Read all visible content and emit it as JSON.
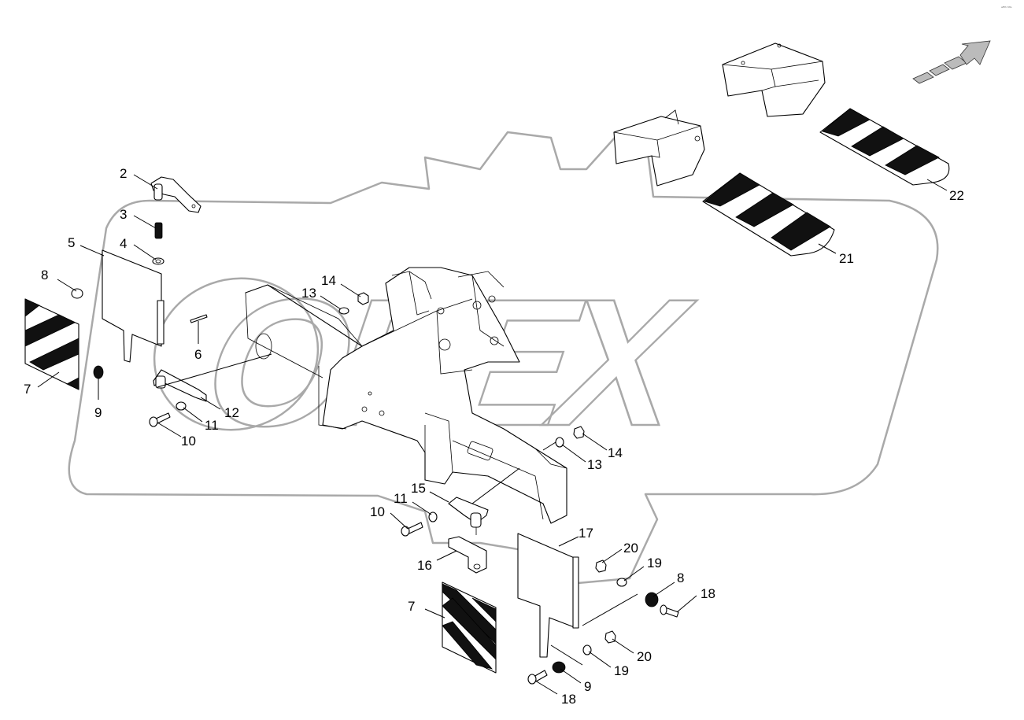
{
  "diagram": {
    "corner_mark": "ᵃᴿᴳ ᴹᴵᴸ",
    "watermark_text": "OREX",
    "callouts": [
      {
        "id": "c2",
        "text": "2"
      },
      {
        "id": "c3",
        "text": "3"
      },
      {
        "id": "c4",
        "text": "4"
      },
      {
        "id": "c5",
        "text": "5"
      },
      {
        "id": "c6",
        "text": "6"
      },
      {
        "id": "c7a",
        "text": "7"
      },
      {
        "id": "c7b",
        "text": "7"
      },
      {
        "id": "c8a",
        "text": "8"
      },
      {
        "id": "c8b",
        "text": "8"
      },
      {
        "id": "c9a",
        "text": "9"
      },
      {
        "id": "c9b",
        "text": "9"
      },
      {
        "id": "c10a",
        "text": "10"
      },
      {
        "id": "c10b",
        "text": "10"
      },
      {
        "id": "c11a",
        "text": "11"
      },
      {
        "id": "c11b",
        "text": "11"
      },
      {
        "id": "c12",
        "text": "12"
      },
      {
        "id": "c13a",
        "text": "13"
      },
      {
        "id": "c13b",
        "text": "13"
      },
      {
        "id": "c14a",
        "text": "14"
      },
      {
        "id": "c14b",
        "text": "14"
      },
      {
        "id": "c15",
        "text": "15"
      },
      {
        "id": "c16",
        "text": "16"
      },
      {
        "id": "c17",
        "text": "17"
      },
      {
        "id": "c18a",
        "text": "18"
      },
      {
        "id": "c18b",
        "text": "18"
      },
      {
        "id": "c19a",
        "text": "19"
      },
      {
        "id": "c19b",
        "text": "19"
      },
      {
        "id": "c20a",
        "text": "20"
      },
      {
        "id": "c20b",
        "text": "20"
      },
      {
        "id": "c21",
        "text": "21"
      },
      {
        "id": "c22",
        "text": "22"
      }
    ]
  }
}
